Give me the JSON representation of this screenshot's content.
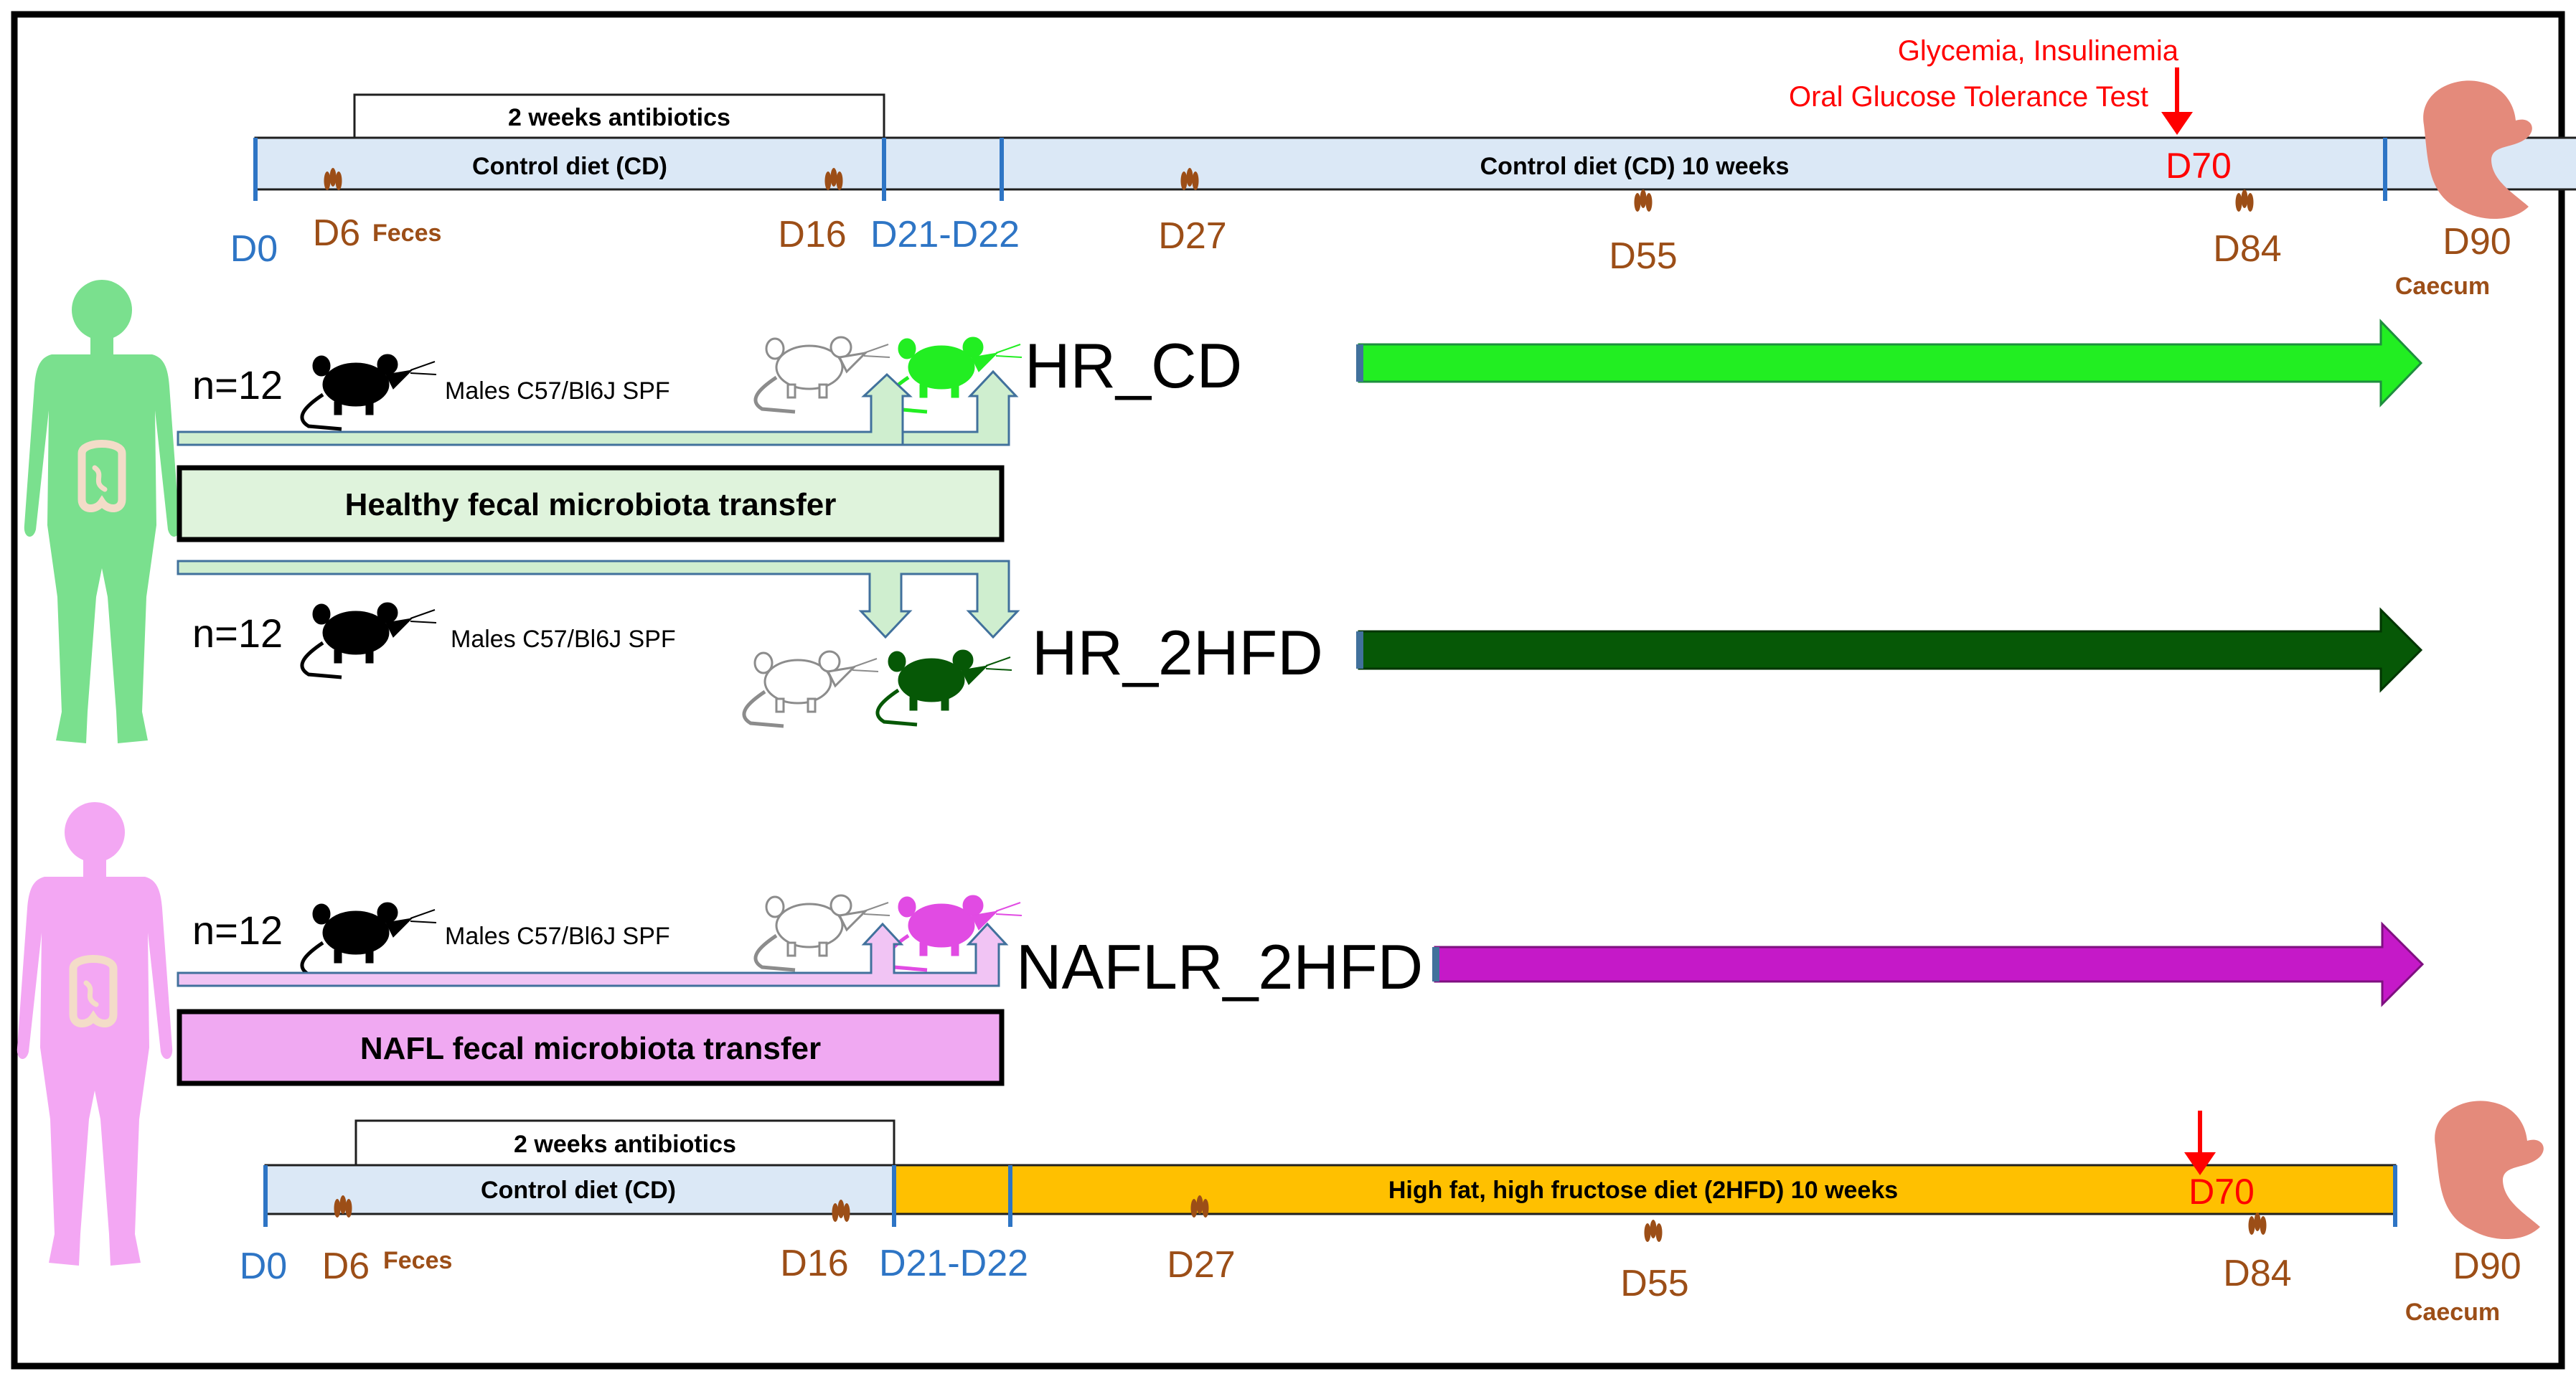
{
  "colors": {
    "frame": "#000000",
    "timeline_fill": "#dbe8f6",
    "timeline_outline": "#1f1f1f",
    "day_blue": "#2e75c5",
    "day_brown": "#9c4e17",
    "red": "#ff0000",
    "hfd_fill": "#ffc000",
    "healthy_light": "#cfeecf",
    "healthy_box": "#dff3dc",
    "green_bright": "#22ee22",
    "green_dark": "#065806",
    "nafl_light": "#f1c4f4",
    "nafl_box": "#f0a9f2",
    "magenta": "#c519c8",
    "caecum": "#e48a7b"
  },
  "top_timeline": {
    "antibiotics_label": "2 weeks antibiotics",
    "phase1_label": "Control diet (CD)",
    "phase2_label": "Control diet (CD) 10 weeks",
    "annotation_line1": "Glycemia, Insulinemia",
    "annotation_line2": "Oral Glucose Tolerance Test",
    "days": {
      "d0": "D0",
      "d6": "D6",
      "feces": "Feces",
      "d16": "D16",
      "d21_22": "D21-D22",
      "d27": "D27",
      "d55": "D55",
      "d70": "D70",
      "d84": "D84",
      "d90": "D90",
      "caecum": "Caecum"
    }
  },
  "groups": {
    "hr_cd": {
      "n_label": "n=12",
      "mice_label": "Males C57/Bl6J SPF",
      "name": "HR_CD"
    },
    "healthy_transfer_label": "Healthy fecal microbiota transfer",
    "hr_2hfd": {
      "n_label": "n=12",
      "mice_label": "Males C57/Bl6J SPF",
      "name": "HR_2HFD"
    },
    "naflr_2hfd": {
      "n_label": "n=12",
      "mice_label": "Males C57/Bl6J SPF",
      "name": "NAFLR_2HFD"
    },
    "nafl_transfer_label": "NAFL fecal microbiota transfer"
  },
  "bottom_timeline": {
    "antibiotics_label": "2 weeks antibiotics",
    "phase1_label": "Control diet (CD)",
    "phase2_label": "High fat, high fructose diet (2HFD) 10 weeks",
    "days": {
      "d0": "D0",
      "d6": "D6",
      "feces": "Feces",
      "d16": "D16",
      "d21_22": "D21-D22",
      "d27": "D27",
      "d55": "D55",
      "d70": "D70",
      "d84": "D84",
      "d90": "D90",
      "caecum": "Caecum"
    }
  }
}
